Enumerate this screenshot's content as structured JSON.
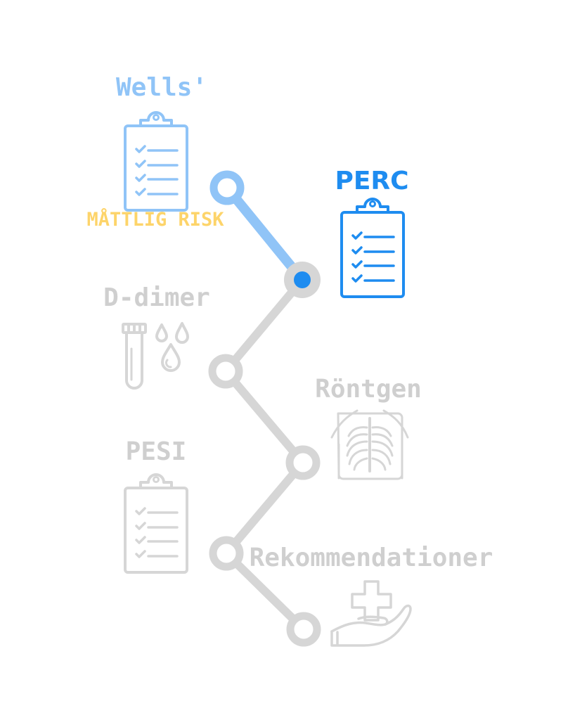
{
  "colors": {
    "done": "#90c4f7",
    "active": "#1e8cf0",
    "pending": "#d6d6d6",
    "pending_text": "#cfcfcf",
    "risk": "#fdd46a"
  },
  "steps": [
    {
      "id": "wells",
      "label": "Wells'",
      "status": "done",
      "icon": "clipboard-icon",
      "result": "MÅTTLIG RISK"
    },
    {
      "id": "perc",
      "label": "PERC",
      "status": "active",
      "icon": "clipboard-icon"
    },
    {
      "id": "ddimer",
      "label": "D-dimer",
      "status": "pending",
      "icon": "test-tube-blood-drops-icon"
    },
    {
      "id": "rontgen",
      "label": "Röntgen",
      "status": "pending",
      "icon": "chest-xray-icon"
    },
    {
      "id": "pesi",
      "label": "PESI",
      "status": "pending",
      "icon": "clipboard-icon"
    },
    {
      "id": "rekommendationer",
      "label": "Rekommendationer",
      "status": "pending",
      "icon": "hand-medical-cross-icon"
    }
  ]
}
